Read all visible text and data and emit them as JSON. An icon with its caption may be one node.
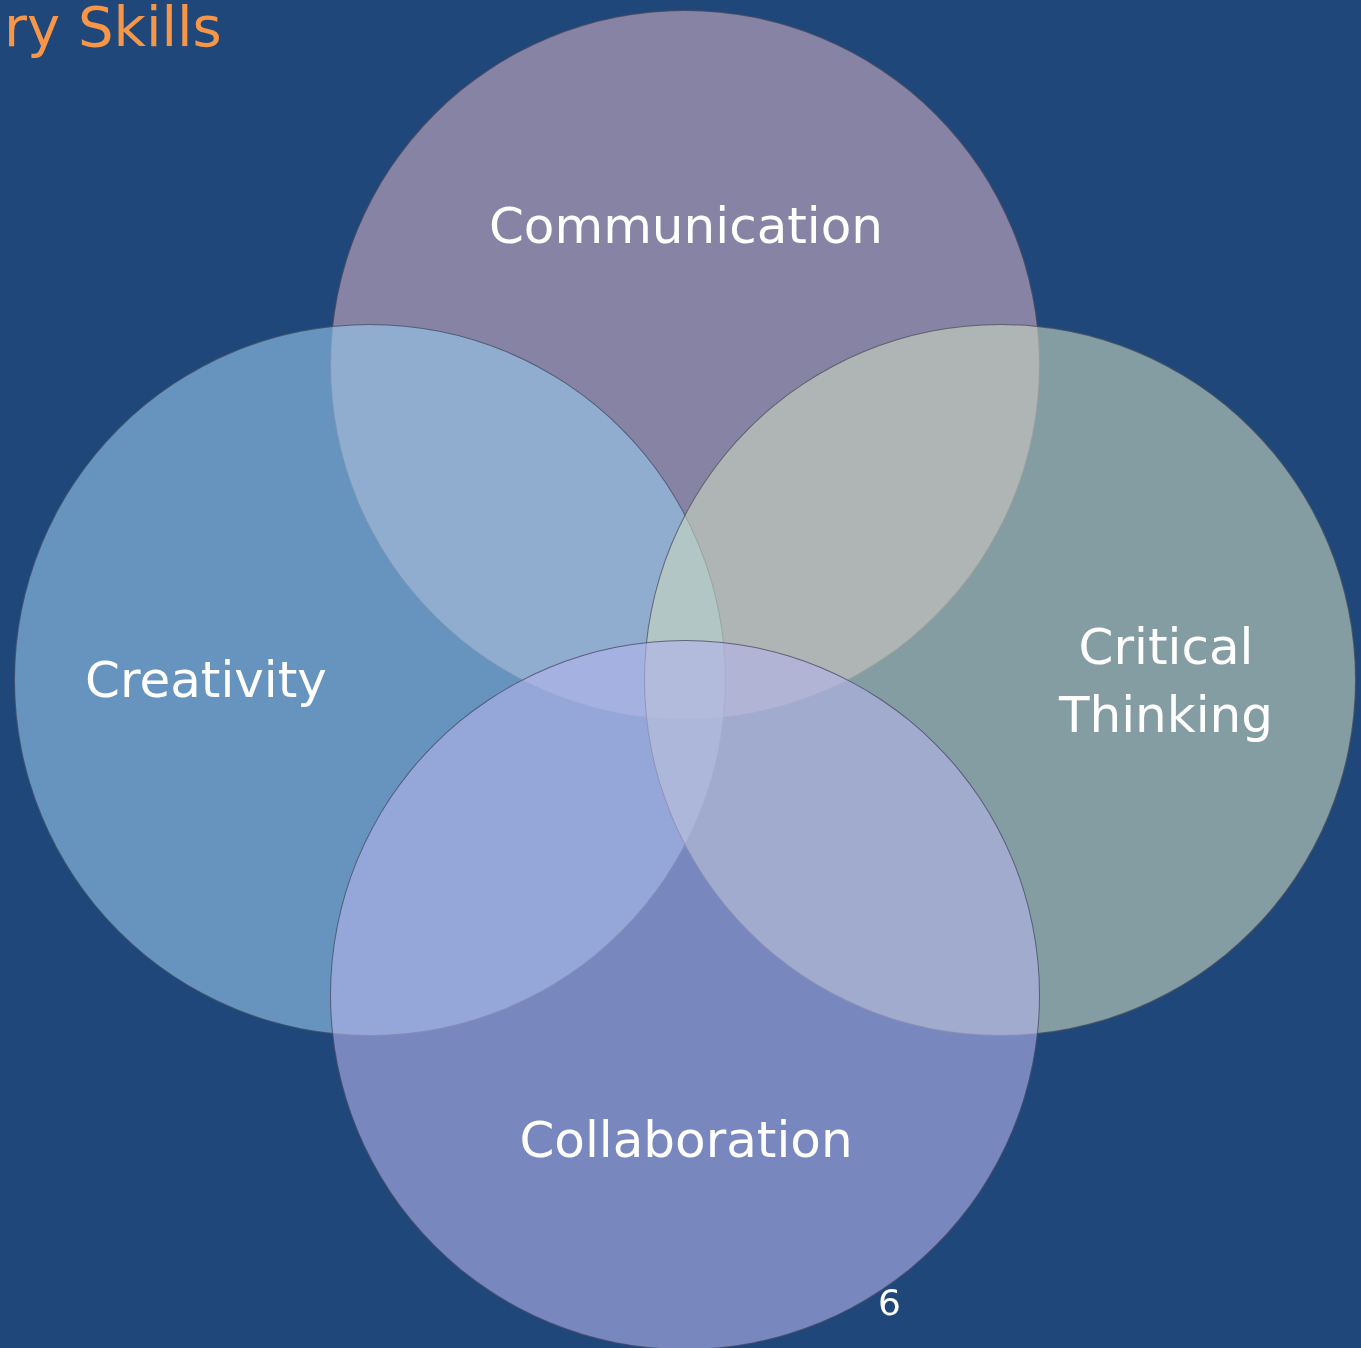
{
  "diagram": {
    "title": "ry Skills",
    "nodes": [
      {
        "text": [
          "Communication"
        ]
      },
      {
        "text": [
          "Creativity"
        ]
      },
      {
        "text": [
          "Critical Thinking"
        ]
      },
      {
        "text": [
          "Collaboration"
        ]
      }
    ],
    "labels": [
      "6"
    ]
  }
}
